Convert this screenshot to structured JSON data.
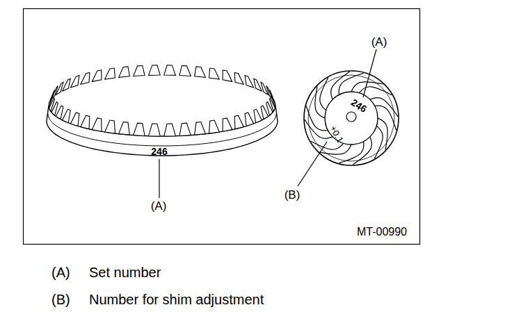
{
  "diagram": {
    "labels": [
      "(A)",
      "246",
      "+0.1",
      "246",
      "(B)",
      "(A)",
      "MT-00990",
      "(A)",
      "Set number",
      "(B)",
      "Number for shim adjustment"
    ]
  }
}
